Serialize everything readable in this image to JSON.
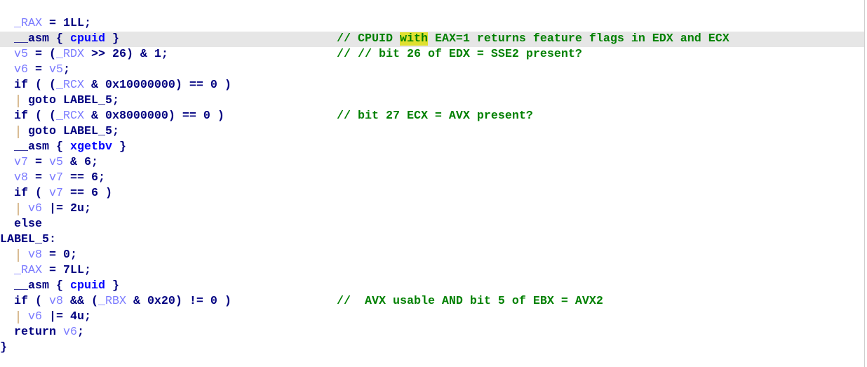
{
  "highlight_word": "with",
  "colors": {
    "text": "#000080",
    "variable": "#7a7aff",
    "keyword": "#0000ff",
    "comment": "#008000",
    "line_highlight": "#e6e6e6",
    "word_highlight": "#e0e030"
  },
  "lines": [
    {
      "indent": 2,
      "tokens": [
        [
          "_RAX",
          "var"
        ],
        [
          " = 1LL;",
          ""
        ]
      ]
    },
    {
      "indent": 2,
      "current": true,
      "tokens": [
        [
          "__asm { ",
          ""
        ],
        [
          "cpuid",
          "kw"
        ],
        [
          " }",
          ""
        ]
      ],
      "comment": [
        "// CPUID ",
        "with",
        " EAX=1 returns feature flags in EDX and ECX"
      ]
    },
    {
      "indent": 2,
      "tokens": [
        [
          "v5",
          "var"
        ],
        [
          " = (",
          ""
        ],
        [
          "_RDX",
          "var"
        ],
        [
          " >> 26) & 1;",
          ""
        ]
      ],
      "comment": [
        "// // bit 26 of EDX = SSE2 present?"
      ]
    },
    {
      "indent": 2,
      "tokens": [
        [
          "v6",
          "var"
        ],
        [
          " = ",
          ""
        ],
        [
          "v5",
          "var"
        ],
        [
          ";",
          ""
        ]
      ]
    },
    {
      "indent": 2,
      "tokens": [
        [
          "if ( (",
          ""
        ],
        [
          "_RCX",
          "var"
        ],
        [
          " & 0x10000000) == 0 )",
          ""
        ]
      ]
    },
    {
      "indent": 4,
      "guide": true,
      "tokens": [
        [
          "goto LABEL_5;",
          ""
        ]
      ]
    },
    {
      "indent": 2,
      "tokens": [
        [
          "if ( (",
          ""
        ],
        [
          "_RCX",
          "var"
        ],
        [
          " & 0x8000000) == 0 )",
          ""
        ]
      ],
      "comment": [
        "// bit 27 ECX = AVX present?"
      ]
    },
    {
      "indent": 4,
      "guide": true,
      "tokens": [
        [
          "goto LABEL_5;",
          ""
        ]
      ]
    },
    {
      "indent": 2,
      "tokens": [
        [
          "__asm { ",
          ""
        ],
        [
          "xgetbv",
          "kw"
        ],
        [
          " }",
          ""
        ]
      ]
    },
    {
      "indent": 2,
      "tokens": [
        [
          "v7",
          "var"
        ],
        [
          " = ",
          ""
        ],
        [
          "v5",
          "var"
        ],
        [
          " & 6;",
          ""
        ]
      ]
    },
    {
      "indent": 2,
      "tokens": [
        [
          "v8",
          "var"
        ],
        [
          " = ",
          ""
        ],
        [
          "v7",
          "var"
        ],
        [
          " == 6;",
          ""
        ]
      ]
    },
    {
      "indent": 2,
      "tokens": [
        [
          "if ( ",
          ""
        ],
        [
          "v7",
          "var"
        ],
        [
          " == 6 )",
          ""
        ]
      ]
    },
    {
      "indent": 4,
      "guide": true,
      "tokens": [
        [
          "v6",
          "var"
        ],
        [
          " |= 2u;",
          ""
        ]
      ]
    },
    {
      "indent": 2,
      "tokens": [
        [
          "else",
          ""
        ]
      ]
    },
    {
      "indent": 0,
      "tokens": [
        [
          "LABEL_5:",
          ""
        ]
      ]
    },
    {
      "indent": 4,
      "guide": true,
      "tokens": [
        [
          "v8",
          "var"
        ],
        [
          " = 0;",
          ""
        ]
      ]
    },
    {
      "indent": 2,
      "tokens": [
        [
          "_RAX",
          "var"
        ],
        [
          " = 7LL;",
          ""
        ]
      ]
    },
    {
      "indent": 2,
      "tokens": [
        [
          "__asm { ",
          ""
        ],
        [
          "cpuid",
          "kw"
        ],
        [
          " }",
          ""
        ]
      ]
    },
    {
      "indent": 2,
      "tokens": [
        [
          "if ( ",
          ""
        ],
        [
          "v8",
          "var"
        ],
        [
          " && (",
          ""
        ],
        [
          "_RBX",
          "var"
        ],
        [
          " & 0x20) != 0 )",
          ""
        ]
      ],
      "comment": [
        "//  AVX usable AND bit 5 of EBX = AVX2"
      ]
    },
    {
      "indent": 4,
      "guide": true,
      "tokens": [
        [
          "v6",
          "var"
        ],
        [
          " |= 4u;",
          ""
        ]
      ]
    },
    {
      "indent": 2,
      "tokens": [
        [
          "return ",
          ""
        ],
        [
          "v6",
          "var"
        ],
        [
          ";",
          ""
        ]
      ]
    },
    {
      "indent": 0,
      "tokens": [
        [
          "}",
          ""
        ]
      ]
    }
  ]
}
